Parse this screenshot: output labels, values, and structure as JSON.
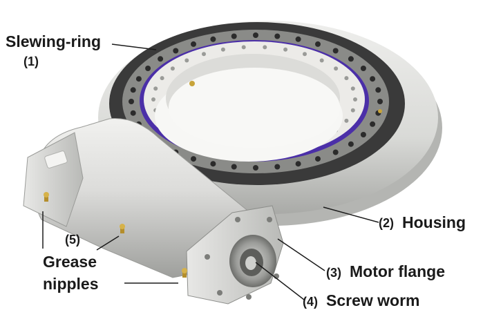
{
  "labels": {
    "slewing_ring": "Slewing-ring",
    "slewing_ring_num": "(1)",
    "housing_num": "(2)",
    "housing": "Housing",
    "motor_flange_num": "(3)",
    "motor_flange": "Motor flange",
    "screw_worm_num": "(4)",
    "screw_worm": "Screw worm",
    "grease_num": "(5)",
    "grease_line1": "Grease",
    "grease_line2": "nipples"
  },
  "colors": {
    "housing": "#d9dad7",
    "housing_shadow": "#a9aaa7",
    "ring_dark": "#3a3a3a",
    "inner_ring": "#ecebe8",
    "seal_purple": "#4b2fa8",
    "bolt_hole": "#2b2b2b",
    "nipple_brass": "#c8a43a",
    "leader_line": "#1a1a1a"
  }
}
